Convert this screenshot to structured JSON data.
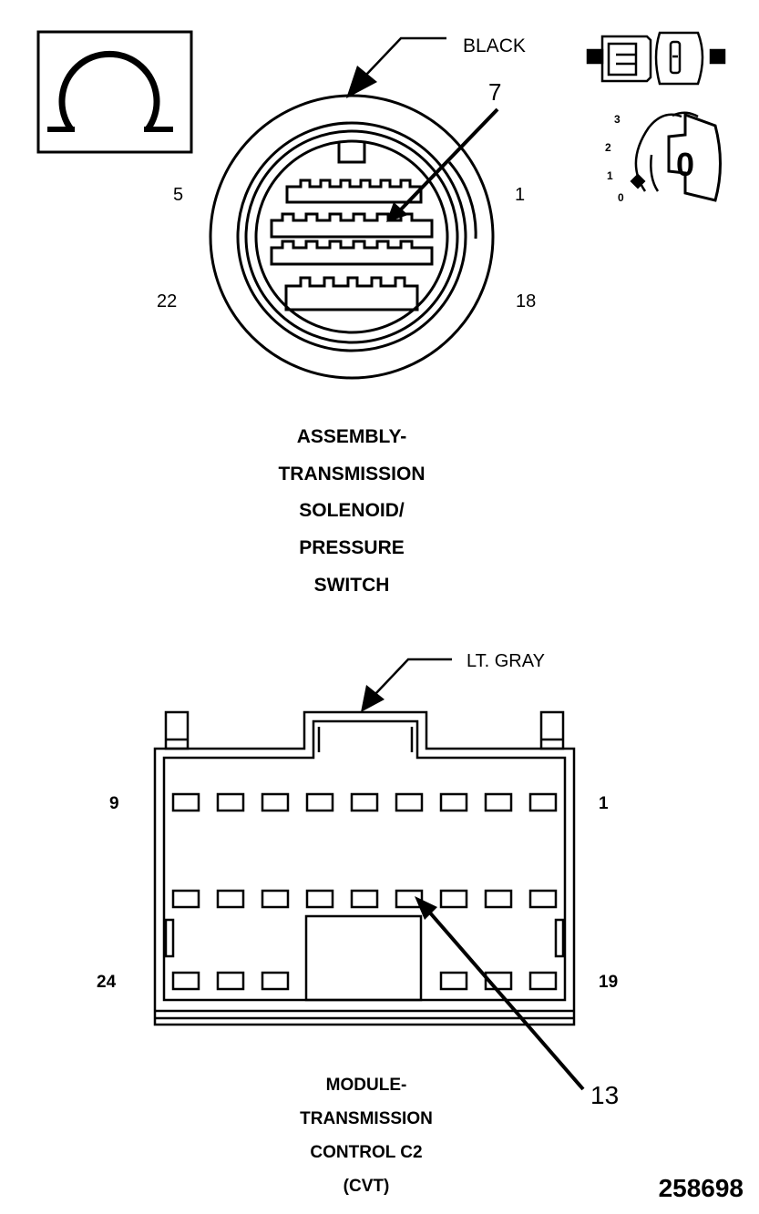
{
  "top_connector": {
    "color_label": "BLACK",
    "callout_pin": "7",
    "pin_labels": {
      "top_left": "5",
      "top_right": "1",
      "bottom_left": "22",
      "bottom_right": "18"
    },
    "title_lines": [
      "ASSEMBLY-",
      "TRANSMISSION",
      "SOLENOID/",
      "PRESSURE",
      "SWITCH"
    ]
  },
  "ignition_key": {
    "positions": [
      "3",
      "2",
      "1",
      "0"
    ],
    "key_label": "0"
  },
  "ohm_symbol": "Ω",
  "bottom_connector": {
    "color_label": "LT. GRAY",
    "callout_pin": "13",
    "pin_labels": {
      "top_left": "9",
      "top_right": "1",
      "bottom_left": "24",
      "bottom_right": "19"
    },
    "title_lines": [
      "MODULE-",
      "TRANSMISSION",
      "CONTROL C2",
      "(CVT)"
    ]
  },
  "figure_number": "258698"
}
